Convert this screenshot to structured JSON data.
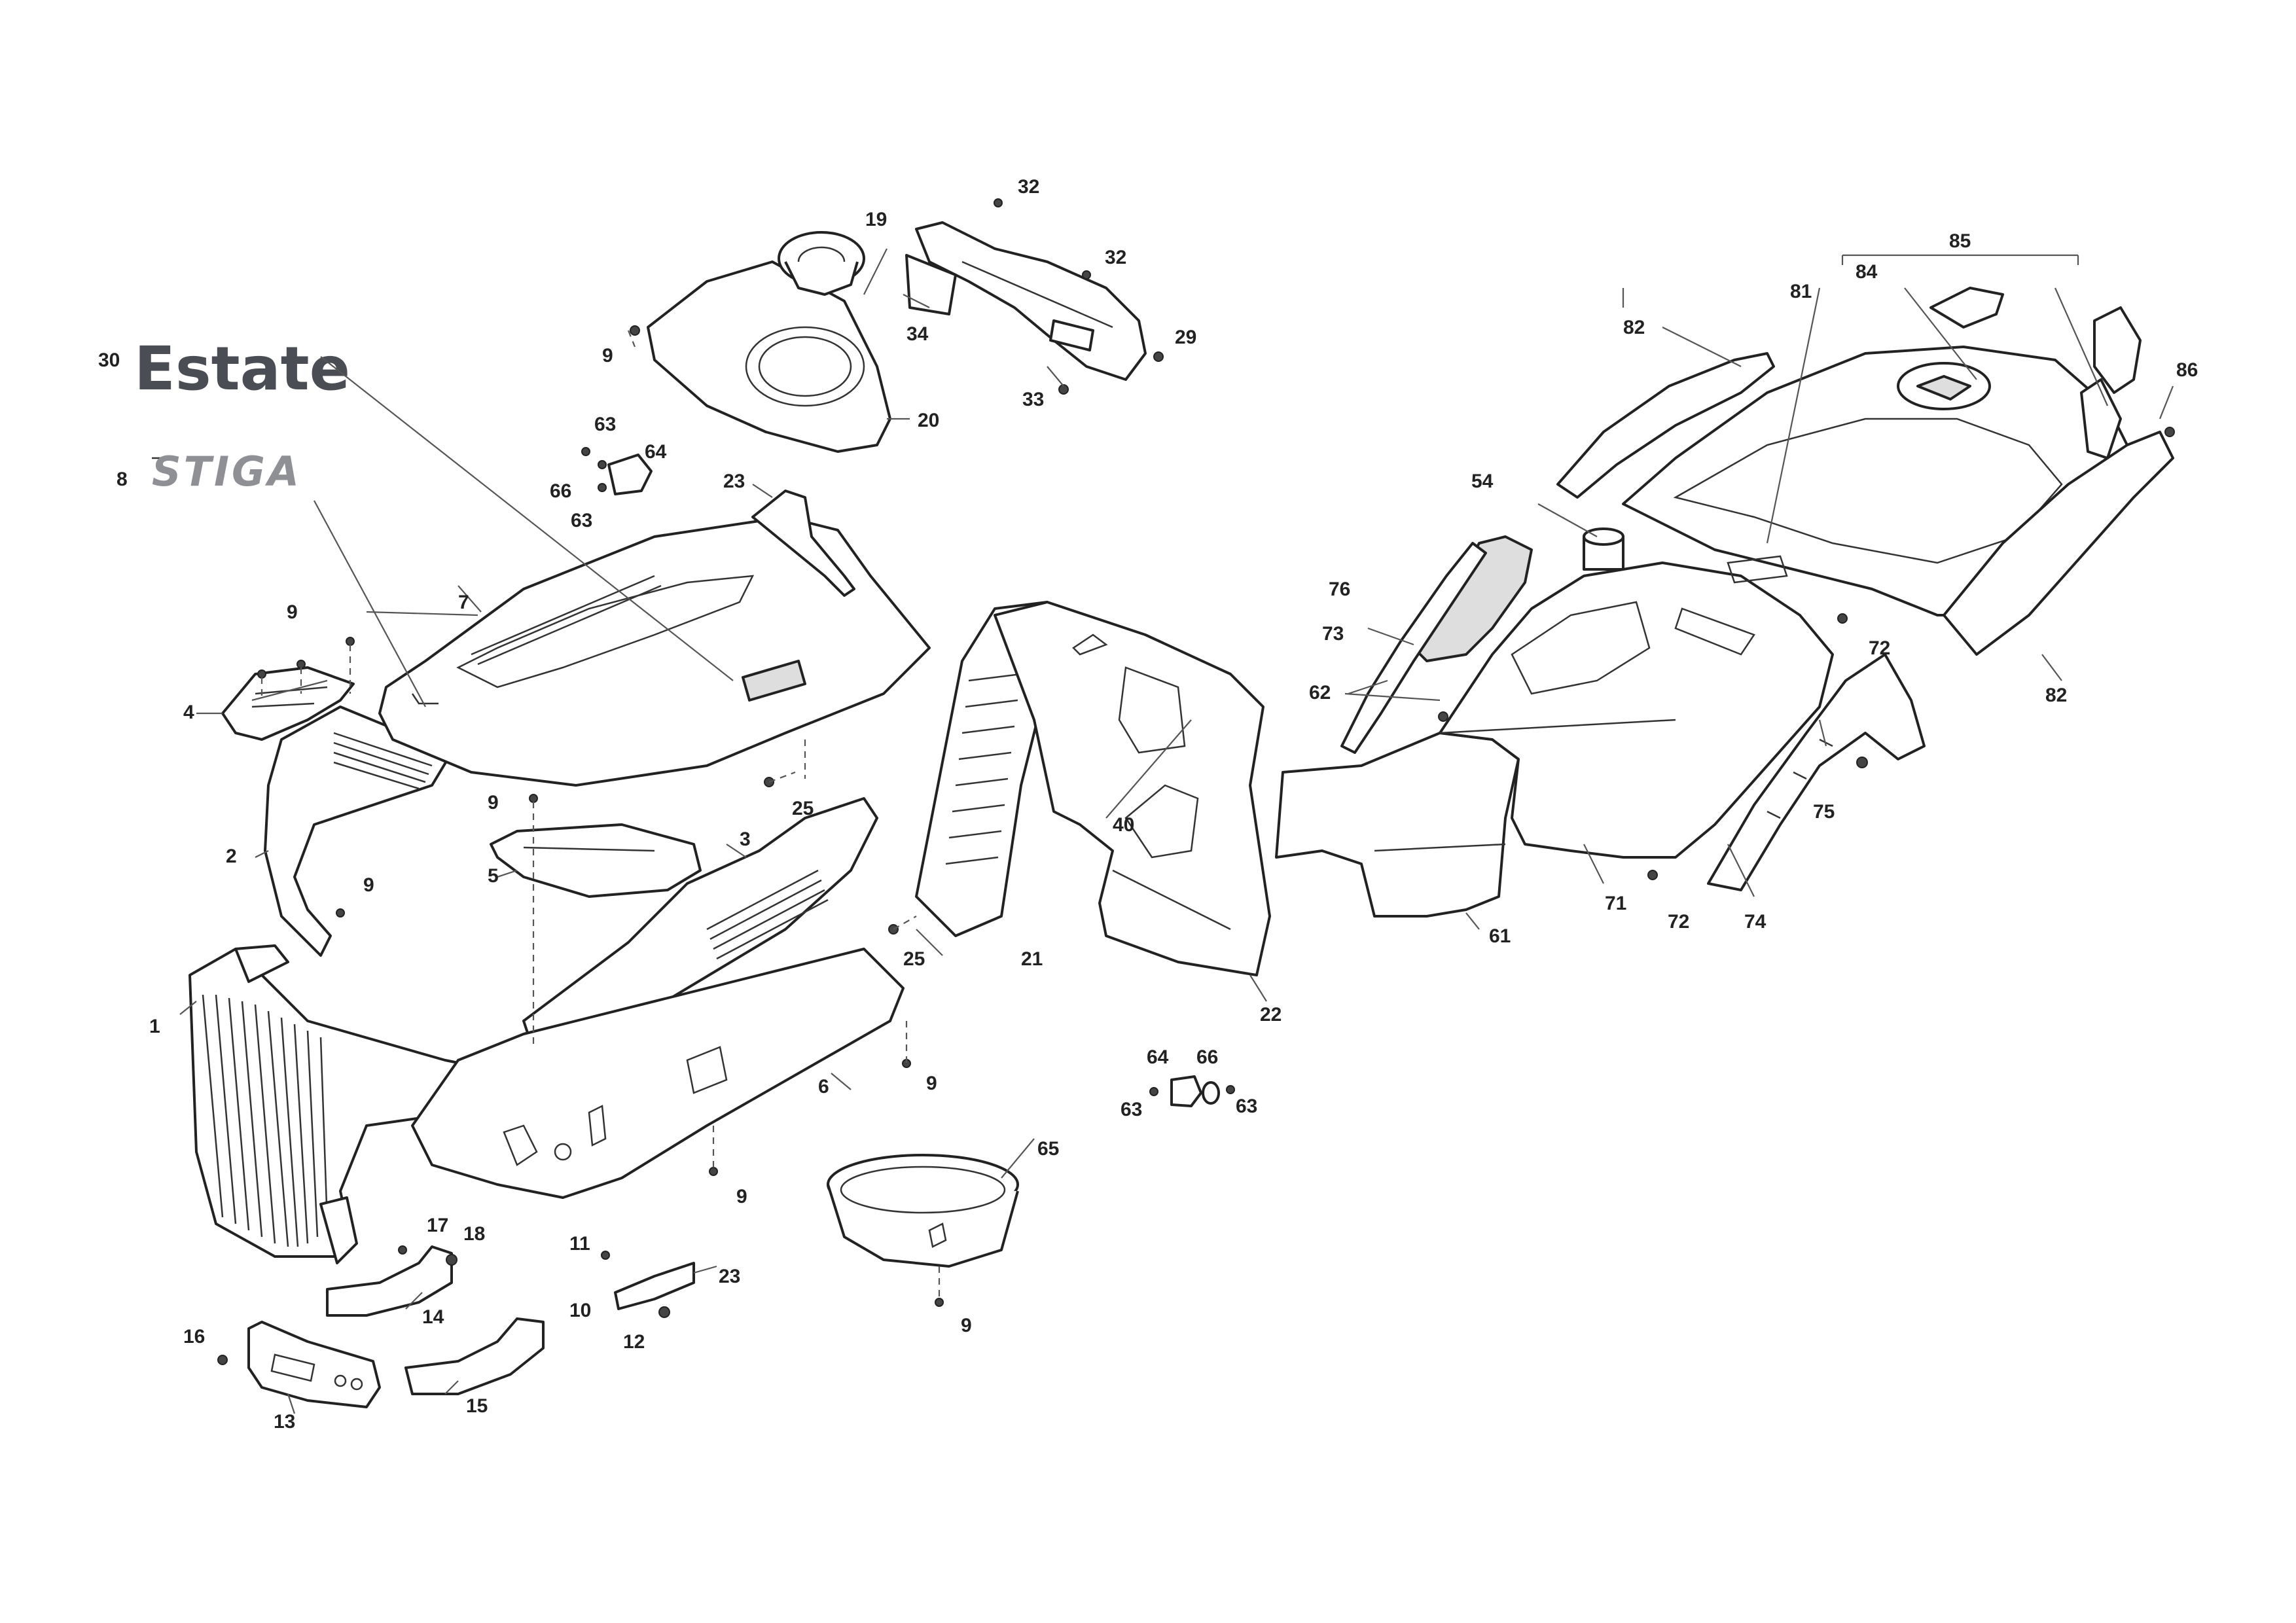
{
  "brand": {
    "estate_label": "Estate",
    "stiga_label": "STIGA"
  },
  "callouts": [
    {
      "id": "c1",
      "label": "1"
    },
    {
      "id": "c2",
      "label": "2"
    },
    {
      "id": "c3",
      "label": "3"
    },
    {
      "id": "c4",
      "label": "4"
    },
    {
      "id": "c5",
      "label": "5"
    },
    {
      "id": "c6",
      "label": "6"
    },
    {
      "id": "c7",
      "label": "7"
    },
    {
      "id": "c8",
      "label": "8"
    },
    {
      "id": "c9a",
      "label": "9"
    },
    {
      "id": "c9b",
      "label": "9"
    },
    {
      "id": "c9c",
      "label": "9"
    },
    {
      "id": "c9d",
      "label": "9"
    },
    {
      "id": "c9e",
      "label": "9"
    },
    {
      "id": "c9f",
      "label": "9"
    },
    {
      "id": "c9g",
      "label": "9"
    },
    {
      "id": "c10",
      "label": "10"
    },
    {
      "id": "c11",
      "label": "11"
    },
    {
      "id": "c12",
      "label": "12"
    },
    {
      "id": "c13",
      "label": "13"
    },
    {
      "id": "c14",
      "label": "14"
    },
    {
      "id": "c15",
      "label": "15"
    },
    {
      "id": "c16",
      "label": "16"
    },
    {
      "id": "c17",
      "label": "17"
    },
    {
      "id": "c18",
      "label": "18"
    },
    {
      "id": "c19",
      "label": "19"
    },
    {
      "id": "c20",
      "label": "20"
    },
    {
      "id": "c21",
      "label": "21"
    },
    {
      "id": "c22",
      "label": "22"
    },
    {
      "id": "c23a",
      "label": "23"
    },
    {
      "id": "c23b",
      "label": "23"
    },
    {
      "id": "c25a",
      "label": "25"
    },
    {
      "id": "c25b",
      "label": "25"
    },
    {
      "id": "c29",
      "label": "29"
    },
    {
      "id": "c30",
      "label": "30"
    },
    {
      "id": "c32a",
      "label": "32"
    },
    {
      "id": "c32b",
      "label": "32"
    },
    {
      "id": "c33",
      "label": "33"
    },
    {
      "id": "c34",
      "label": "34"
    },
    {
      "id": "c40",
      "label": "40"
    },
    {
      "id": "c54",
      "label": "54"
    },
    {
      "id": "c61",
      "label": "61"
    },
    {
      "id": "c62",
      "label": "62"
    },
    {
      "id": "c63a",
      "label": "63"
    },
    {
      "id": "c63b",
      "label": "63"
    },
    {
      "id": "c63c",
      "label": "63"
    },
    {
      "id": "c63d",
      "label": "63"
    },
    {
      "id": "c64a",
      "label": "64"
    },
    {
      "id": "c64b",
      "label": "64"
    },
    {
      "id": "c65",
      "label": "65"
    },
    {
      "id": "c66a",
      "label": "66"
    },
    {
      "id": "c66b",
      "label": "66"
    },
    {
      "id": "c71",
      "label": "71"
    },
    {
      "id": "c72a",
      "label": "72"
    },
    {
      "id": "c72b",
      "label": "72"
    },
    {
      "id": "c73",
      "label": "73"
    },
    {
      "id": "c74",
      "label": "74"
    },
    {
      "id": "c75",
      "label": "75"
    },
    {
      "id": "c76",
      "label": "76"
    },
    {
      "id": "c81",
      "label": "81"
    },
    {
      "id": "c82a",
      "label": "82"
    },
    {
      "id": "c82b",
      "label": "82"
    },
    {
      "id": "c84",
      "label": "84"
    },
    {
      "id": "c85",
      "label": "85"
    },
    {
      "id": "c86",
      "label": "86"
    }
  ]
}
